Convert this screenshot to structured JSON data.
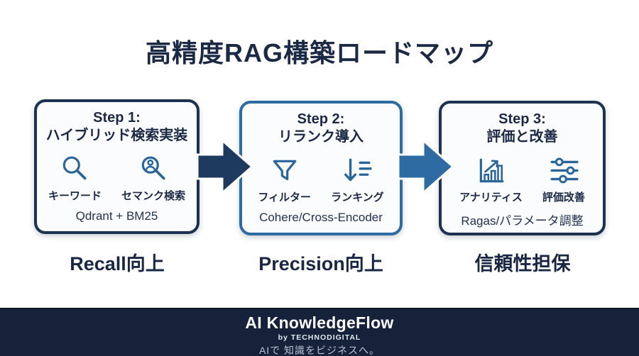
{
  "title": "高精度RAG構築ロードマップ",
  "steps": [
    {
      "heading": "Step 1:",
      "subheading": "ハイブリッド検索実装",
      "items": [
        {
          "icon": "search-icon",
          "label": "キーワード"
        },
        {
          "icon": "user-search-icon",
          "label": "セマンク検索"
        }
      ],
      "tech": "Qdrant + BM25",
      "outcome": "Recall向上",
      "accent": "#1d3150"
    },
    {
      "heading": "Step 2:",
      "subheading": "リランク導入",
      "items": [
        {
          "icon": "funnel-icon",
          "label": "フィルター"
        },
        {
          "icon": "ranking-icon",
          "label": "ランキング"
        }
      ],
      "tech": "Cohere/Cross-Encoder",
      "outcome": "Precision向上",
      "accent": "#2e6ba3"
    },
    {
      "heading": "Step 3:",
      "subheading": "評価と改善",
      "items": [
        {
          "icon": "analytics-icon",
          "label": "アナリティス"
        },
        {
          "icon": "sliders-icon",
          "label": "評価改善"
        }
      ],
      "tech": "Ragas/パラメータ調整",
      "outcome": "信頼性担保",
      "accent": "#1d3150"
    }
  ],
  "arrows": [
    {
      "direction": "right",
      "color": "#1e3a5f"
    },
    {
      "direction": "right",
      "color": "#2e6ba3"
    }
  ],
  "footer": {
    "brand": "AI KnowledgeFlow",
    "byline": "by TECHNODIGITAL",
    "tagline": "AIで 知識をビジネスへ。"
  },
  "colors": {
    "background": "#ffffff",
    "primary_navy": "#1d3150",
    "steel_blue": "#2e6ba3",
    "icon_blue": "#2a6599",
    "card_background": "#fbfcfd",
    "footer_background": "#15223a",
    "text_dark": "#1c2944"
  }
}
